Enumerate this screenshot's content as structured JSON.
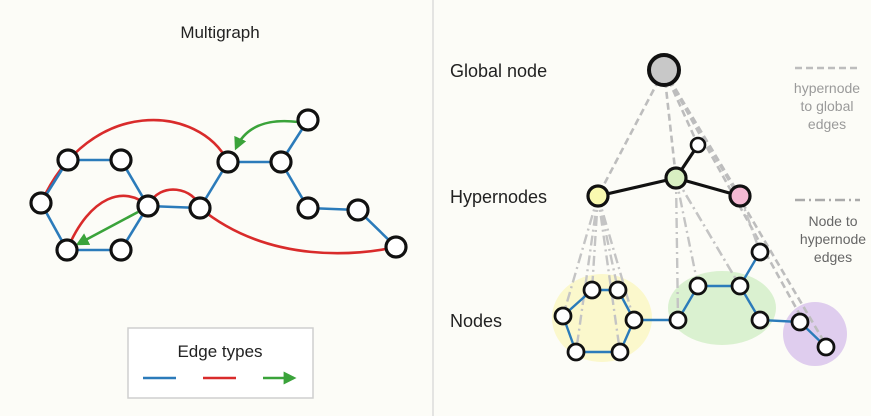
{
  "left_panel": {
    "title": "Multigraph",
    "legend": {
      "title": "Edge types",
      "colors": [
        "#2b7bba",
        "#d92b2b",
        "#3aa33a"
      ]
    }
  },
  "right_panel": {
    "levels": {
      "global": "Global node",
      "hypernodes": "Hypernodes",
      "nodes": "Nodes"
    },
    "legend": {
      "global_edges": [
        "hypernode",
        "to global",
        "edges"
      ],
      "node_edges": [
        "Node to",
        "hypernode",
        "edges"
      ]
    },
    "colors": {
      "global_node": "#c8c8c8",
      "hyper_yellow": "#fafab0",
      "hyper_green": "#d8efc2",
      "hyper_pink": "#f5b9d3",
      "cluster_yellow": "#fbf7c6",
      "cluster_green": "#d6efcb",
      "cluster_purple": "#dcc8ec"
    }
  },
  "colors": {
    "edge_blue": "#2b7bba",
    "edge_red": "#d92b2b",
    "edge_green": "#3aa33a",
    "divider": "#dcdcdc"
  }
}
